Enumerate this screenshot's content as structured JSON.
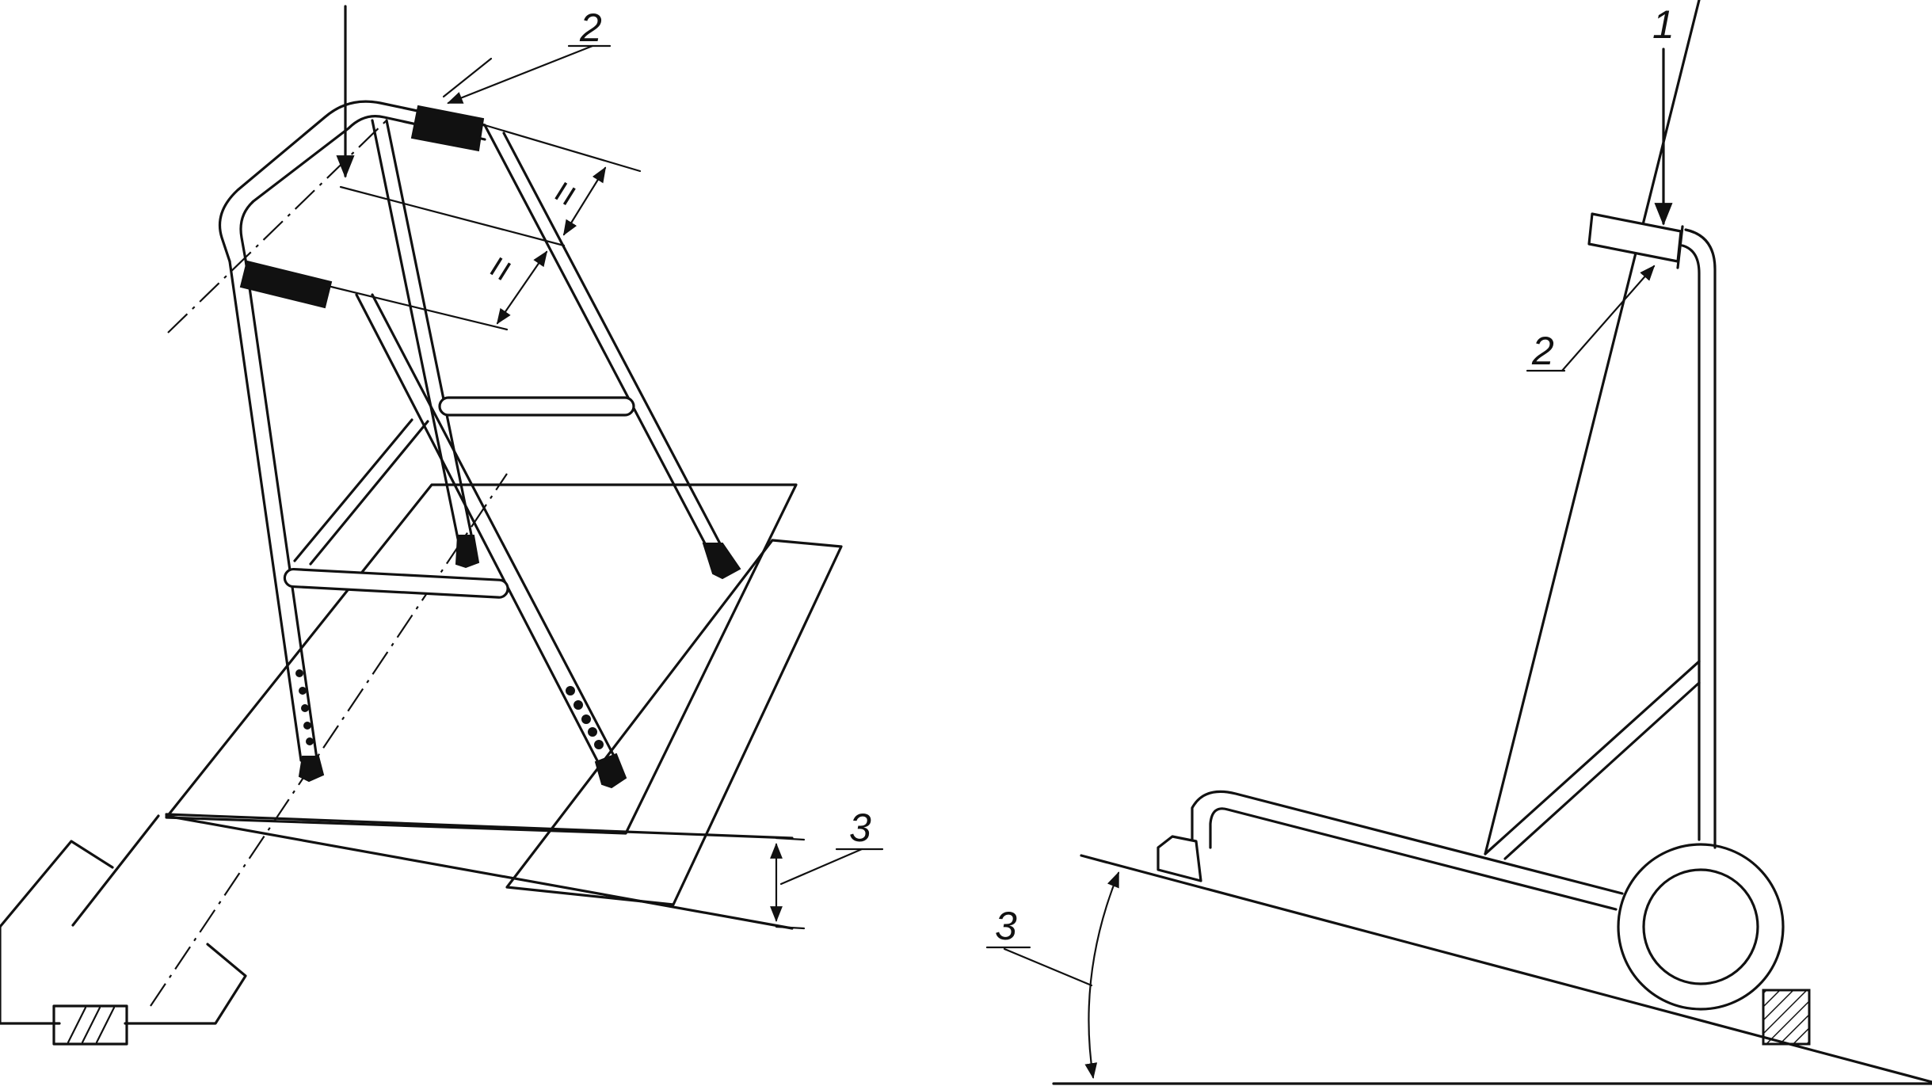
{
  "labels": {
    "left_handgrip": "2",
    "left_slope": "3",
    "right_load": "1",
    "right_handgrip": "2",
    "right_slope": "3",
    "equal_mark_1": "=",
    "equal_mark_2": "="
  },
  "colors": {
    "ink": "#111111",
    "paper": "#ffffff"
  }
}
